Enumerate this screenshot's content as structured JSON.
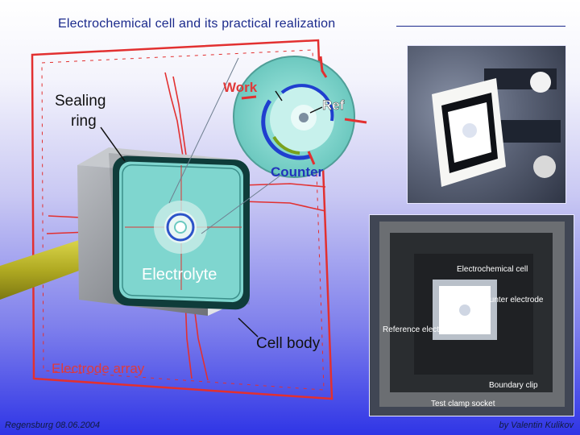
{
  "title": "Electrochemical cell and its practical realization",
  "footer": {
    "left": "Regensburg 08.06.2004",
    "right": "by Valentin Kulikov"
  },
  "diagram_labels": {
    "sealing_ring_line1": "Sealing",
    "sealing_ring_line2": "ring",
    "work": "Work",
    "ref": "Ref",
    "counter": "Counter",
    "electrolyte": "Electrolyte",
    "cell_body": "Cell body",
    "electrode_array": "Electrode array"
  },
  "photo_labels": {
    "electrochemical_cell": "Electrochemical cell",
    "counter_electrode": "Counter electrode",
    "reference_electrode": "Reference electrode",
    "boundary_clip": "Boundary clip",
    "test_clamp_socket": "Test clamp socket"
  },
  "colors": {
    "title": "#1b2a8c",
    "trace": "#e23030",
    "label_red": "#e03a3a",
    "label_blue": "#2233bb",
    "electrolyte": "#7fd6cf",
    "cell_body": "#8c8f94",
    "cable": "#b8b22a"
  }
}
